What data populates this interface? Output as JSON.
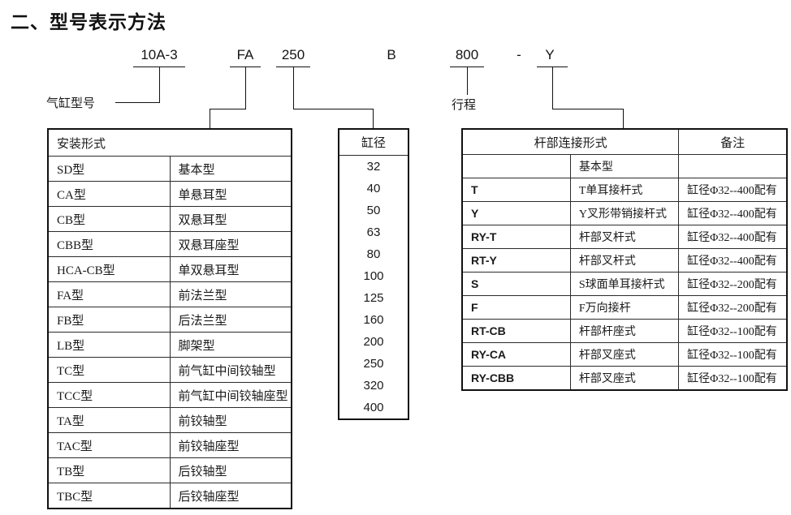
{
  "title": "二、型号表示方法",
  "model_code": {
    "tokens": [
      {
        "text": "10A-3",
        "underlined": true
      },
      {
        "text": "FA",
        "underlined": true
      },
      {
        "text": "250",
        "underlined": true
      },
      {
        "text": "B",
        "underlined": false
      },
      {
        "text": "800",
        "underlined": true
      },
      {
        "text": "-",
        "underlined": false
      },
      {
        "text": "Y",
        "underlined": true
      }
    ]
  },
  "callouts": {
    "cylinder_model": "气缸型号",
    "stroke": "行程"
  },
  "mounting_table": {
    "header": "安装形式",
    "rows": [
      {
        "code": "SD型",
        "name": "基本型"
      },
      {
        "code": "CA型",
        "name": "单悬耳型"
      },
      {
        "code": "CB型",
        "name": "双悬耳型"
      },
      {
        "code": "CBB型",
        "name": "双悬耳座型"
      },
      {
        "code": "HCA-CB型",
        "name": "单双悬耳型"
      },
      {
        "code": "FA型",
        "name": "前法兰型"
      },
      {
        "code": "FB型",
        "name": "后法兰型"
      },
      {
        "code": "LB型",
        "name": "脚架型"
      },
      {
        "code": "TC型",
        "name": "前气缸中间铰轴型"
      },
      {
        "code": "TCC型",
        "name": "前气缸中间铰轴座型"
      },
      {
        "code": "TA型",
        "name": "前铰轴型"
      },
      {
        "code": "TAC型",
        "name": "前铰轴座型"
      },
      {
        "code": "TB型",
        "name": "后铰轴型"
      },
      {
        "code": "TBC型",
        "name": "后铰轴座型"
      }
    ]
  },
  "bore_table": {
    "header": "缸径",
    "values": [
      "32",
      "40",
      "50",
      "63",
      "80",
      "100",
      "125",
      "160",
      "200",
      "250",
      "320",
      "400"
    ]
  },
  "rod_table": {
    "header_left": "杆部连接形式",
    "header_right": "备注",
    "rows": [
      {
        "code": "",
        "desc": "基本型",
        "remark": ""
      },
      {
        "code": "T",
        "desc": "T单耳接杆式",
        "remark": "缸径Φ32--400配有"
      },
      {
        "code": "Y",
        "desc": "Y叉形带销接杆式",
        "remark": "缸径Φ32--400配有"
      },
      {
        "code": "RY-T",
        "desc": "杆部叉杆式",
        "remark": "缸径Φ32--400配有"
      },
      {
        "code": "RT-Y",
        "desc": "杆部叉杆式",
        "remark": "缸径Φ32--400配有"
      },
      {
        "code": "S",
        "desc": "S球面单耳接杆式",
        "remark": "缸径Φ32--200配有"
      },
      {
        "code": "F",
        "desc": "F万向接杆",
        "remark": "缸径Φ32--200配有"
      },
      {
        "code": "RT-CB",
        "desc": "杆部杆座式",
        "remark": "缸径Φ32--100配有"
      },
      {
        "code": "RY-CA",
        "desc": "杆部叉座式",
        "remark": "缸径Φ32--100配有"
      },
      {
        "code": "RY-CBB",
        "desc": "杆部叉座式",
        "remark": "缸径Φ32--100配有"
      }
    ]
  },
  "colors": {
    "line": "#111111",
    "text": "#1a1a1a",
    "background": "#ffffff"
  }
}
